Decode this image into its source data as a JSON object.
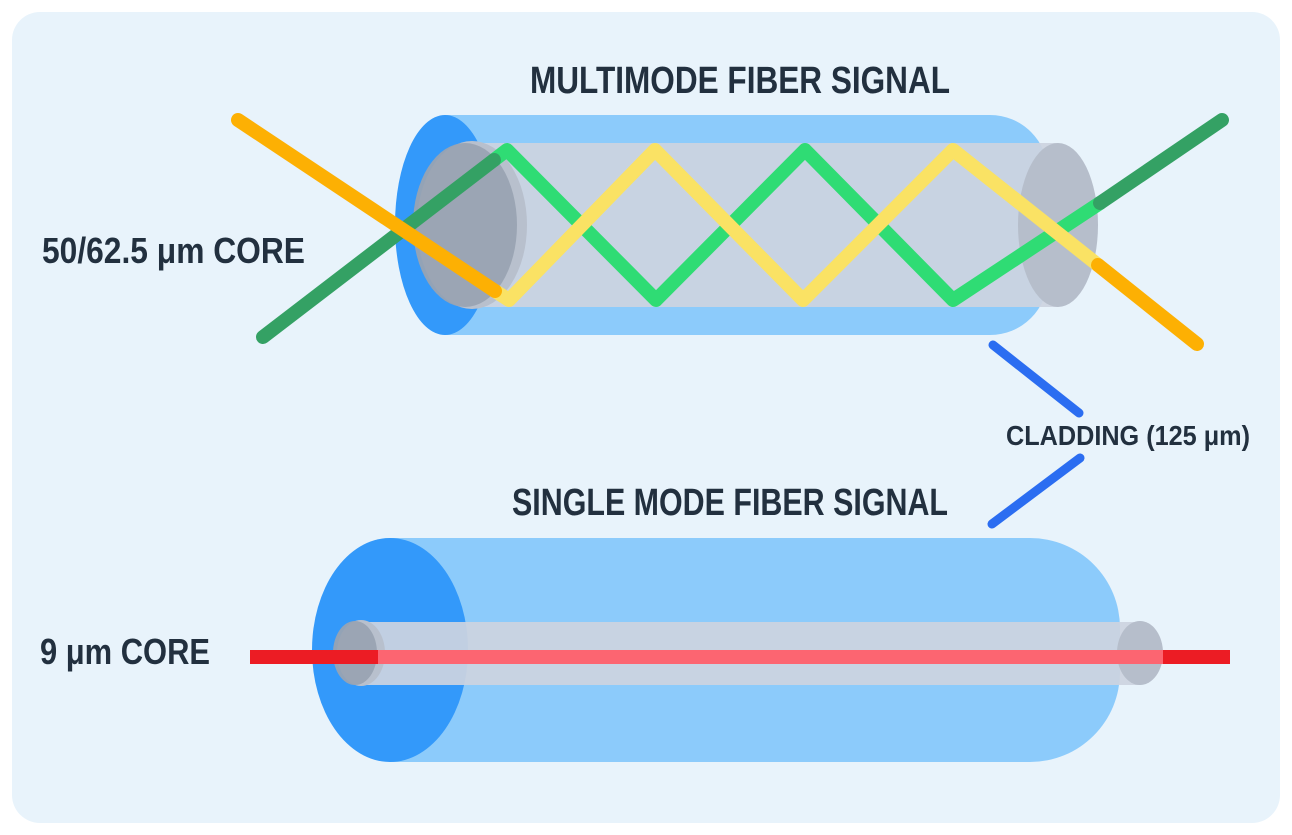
{
  "page": {
    "background": "#ffffff",
    "panel_color": "#e8f3fb"
  },
  "multimode": {
    "title": "MULTIMODE FIBER SIGNAL",
    "core_label": "50/62.5 μm CORE"
  },
  "singlemode": {
    "title": "SINGLE MODE FIBER SIGNAL",
    "core_label": "9 μm CORE"
  },
  "cladding": {
    "label": "CLADDING (125 μm)"
  },
  "colors": {
    "text": "#22303f",
    "cladding_body": "#8ccbfb",
    "fiber_end_blue": "#3399fa",
    "core_body": "#ccd3e0",
    "core_face": "#99a3b2",
    "core_rim": "#b8c0cd",
    "core_cap_right": "#b6becb",
    "ray_green_inside": "#2fdc74",
    "ray_green_outside": "#34a164",
    "ray_yellow_inside": "#fae264",
    "ray_orange_outside": "#fdb003",
    "ray_red_inside": "#fc6571",
    "ray_red_outside": "#ec1c24",
    "pointer_blue": "#2b6df1"
  }
}
